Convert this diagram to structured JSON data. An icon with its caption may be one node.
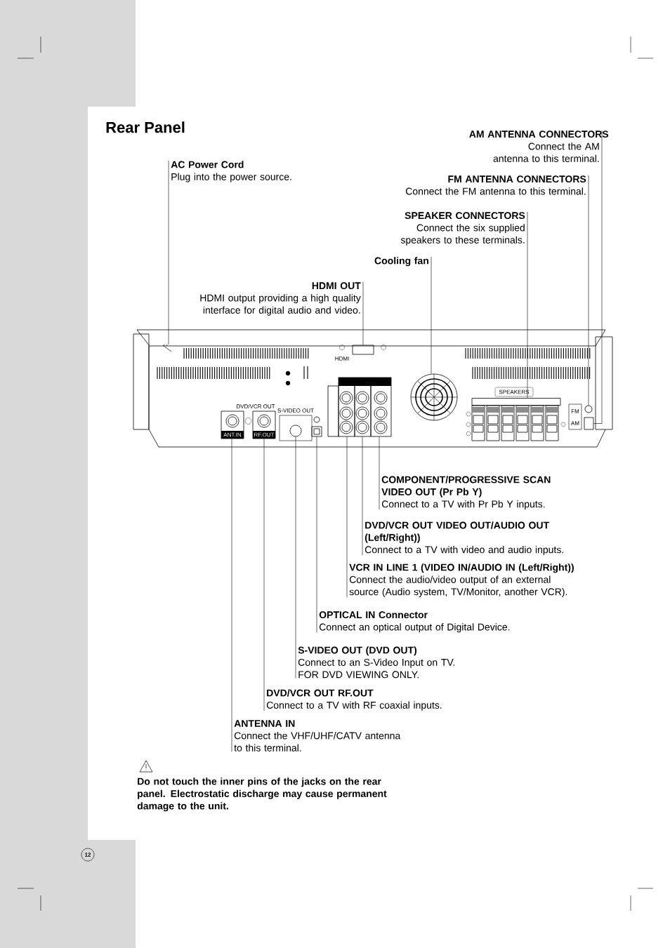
{
  "diagram": {
    "title": "Rear Panel",
    "nodes": [
      {
        "text": [
          "AC Power Cord",
          "Plug into the power source."
        ]
      },
      {
        "text": [
          "AM ANTENNA CONNECTORS",
          "Connect the AM antenna to this terminal."
        ]
      },
      {
        "text": [
          "FM ANTENNA CONNECTORS",
          "Connect the FM antenna to this terminal."
        ]
      },
      {
        "text": [
          "SPEAKER CONNECTORS",
          "Connect the six supplied speakers to these terminals."
        ]
      },
      {
        "text": [
          "Cooling fan"
        ]
      },
      {
        "text": [
          "HDMI OUT",
          "HDMI output providing a high quality interface for digital audio and video."
        ]
      },
      {
        "text": [
          "COMPONENT/PROGRESSIVE SCAN VIDEO OUT (Pr Pb Y)",
          "Connect to a TV with Pr Pb Y inputs."
        ]
      },
      {
        "text": [
          "DVD/VCR OUT VIDEO OUT/AUDIO OUT (Left/Right))",
          "Connect to a TV with video and audio inputs."
        ]
      },
      {
        "text": [
          "VCR IN LINE 1 (VIDEO IN/AUDIO IN (Left/Right))",
          "Connect the audio/video output of an external source (Audio system, TV/Monitor, another VCR)."
        ]
      },
      {
        "text": [
          "OPTICAL IN Connector",
          "Connect an optical output of Digital Device."
        ]
      },
      {
        "text": [
          "S-VIDEO OUT (DVD OUT)",
          "Connect to an S-Video Input on TV. FOR DVD VIEWING ONLY."
        ]
      },
      {
        "text": [
          "DVD/VCR OUT RF.OUT",
          "Connect to a TV with RF coaxial inputs."
        ]
      },
      {
        "text": [
          "ANTENNA IN",
          "Connect the VHF/UHF/CATV antenna to this terminal."
        ]
      },
      {
        "text": [],
        "shape": "plug"
      },
      {
        "text": [],
        "shape": "box"
      },
      {
        "text": [],
        "shape": "circle"
      },
      {
        "text": [],
        "shape": "box"
      },
      {
        "text": [],
        "shape": "circle"
      },
      {
        "text": [],
        "shape": "box"
      },
      {
        "text": [],
        "shape": "box"
      },
      {
        "text": [],
        "shape": "box"
      },
      {
        "text": [],
        "shape": "box"
      },
      {
        "text": [],
        "shape": "box"
      },
      {
        "text": [],
        "shape": "circle"
      },
      {
        "text": [],
        "shape": "box"
      },
      {
        "text": [],
        "shape": "box"
      }
    ],
    "edges": [
      {
        "from": 0,
        "to": 13,
        "arrow": "none"
      },
      {
        "from": 1,
        "to": 14,
        "arrow": "none"
      },
      {
        "from": 2,
        "to": 15,
        "arrow": "none"
      },
      {
        "from": 3,
        "to": 16,
        "arrow": "none"
      },
      {
        "from": 4,
        "to": 17,
        "arrow": "none"
      },
      {
        "from": 5,
        "to": 18,
        "arrow": "none"
      },
      {
        "from": 6,
        "to": 19,
        "arrow": "none"
      },
      {
        "from": 7,
        "to": 20,
        "arrow": "none"
      },
      {
        "from": 8,
        "to": 21,
        "arrow": "none"
      },
      {
        "from": 9,
        "to": 22,
        "arrow": "none"
      },
      {
        "from": 10,
        "to": 23,
        "arrow": "none"
      },
      {
        "from": 11,
        "to": 24,
        "arrow": "none"
      },
      {
        "from": 12,
        "to": 25,
        "arrow": "none"
      }
    ],
    "labels": [
      "HDMI",
      "DVD/VCR OUT",
      "ANT.IN",
      "RF.OUT",
      "S-VIDEO OUT",
      "SPEAKERS",
      "FM",
      "AM",
      "Do not touch the inner pins of the jacks on the rear panel. Electrostatic discharge may cause permanent damage to the unit.",
      "12"
    ]
  }
}
